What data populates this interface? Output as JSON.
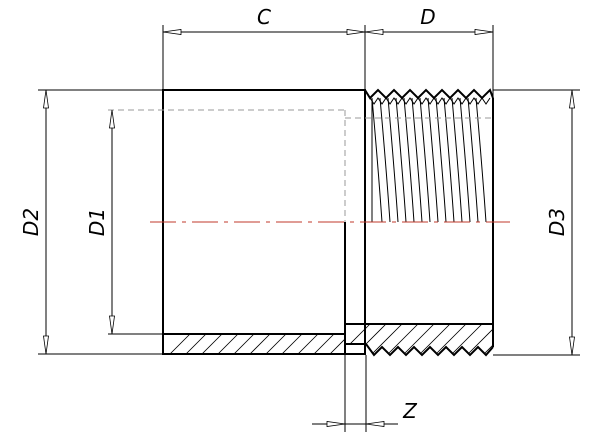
{
  "labels": {
    "c": "C",
    "d": "D",
    "d1": "D1",
    "d2": "D2",
    "d3": "D3",
    "z": "Z"
  },
  "colors": {
    "outline": "#000000",
    "centerline": "#c0392b",
    "hidden_line": "#999999"
  }
}
